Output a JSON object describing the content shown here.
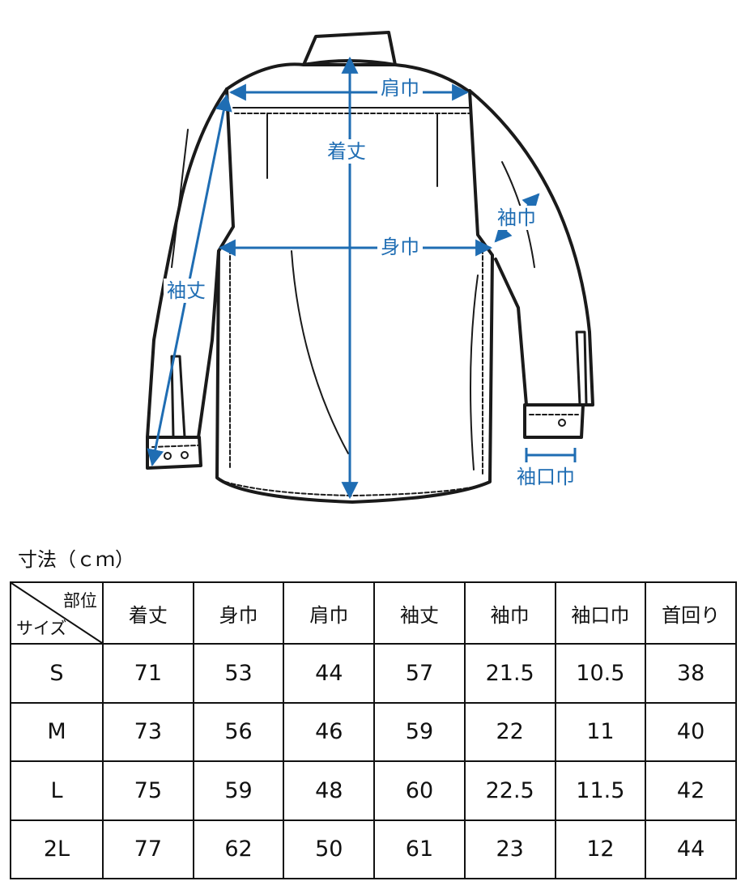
{
  "diagram": {
    "labels": {
      "length": "着丈",
      "shoulder": "肩巾",
      "chest": "身巾",
      "sleeve_length": "袖丈",
      "sleeve_width": "袖巾",
      "cuff_width": "袖口巾"
    },
    "colors": {
      "outline": "#1a1a1a",
      "measure": "#1f6db3"
    }
  },
  "table": {
    "caption": "寸法（ｃｍ）",
    "corner_top": "部位",
    "corner_bottom": "サイズ",
    "headers": [
      "着丈",
      "身巾",
      "肩巾",
      "袖丈",
      "袖巾",
      "袖口巾",
      "首回り"
    ],
    "rows": [
      {
        "size": "S",
        "values": [
          "71",
          "53",
          "44",
          "57",
          "21.5",
          "10.5",
          "38"
        ]
      },
      {
        "size": "M",
        "values": [
          "73",
          "56",
          "46",
          "59",
          "22",
          "11",
          "40"
        ]
      },
      {
        "size": "L",
        "values": [
          "75",
          "59",
          "48",
          "60",
          "22.5",
          "11.5",
          "42"
        ]
      },
      {
        "size": "2L",
        "values": [
          "77",
          "62",
          "50",
          "61",
          "23",
          "12",
          "44"
        ]
      }
    ]
  }
}
